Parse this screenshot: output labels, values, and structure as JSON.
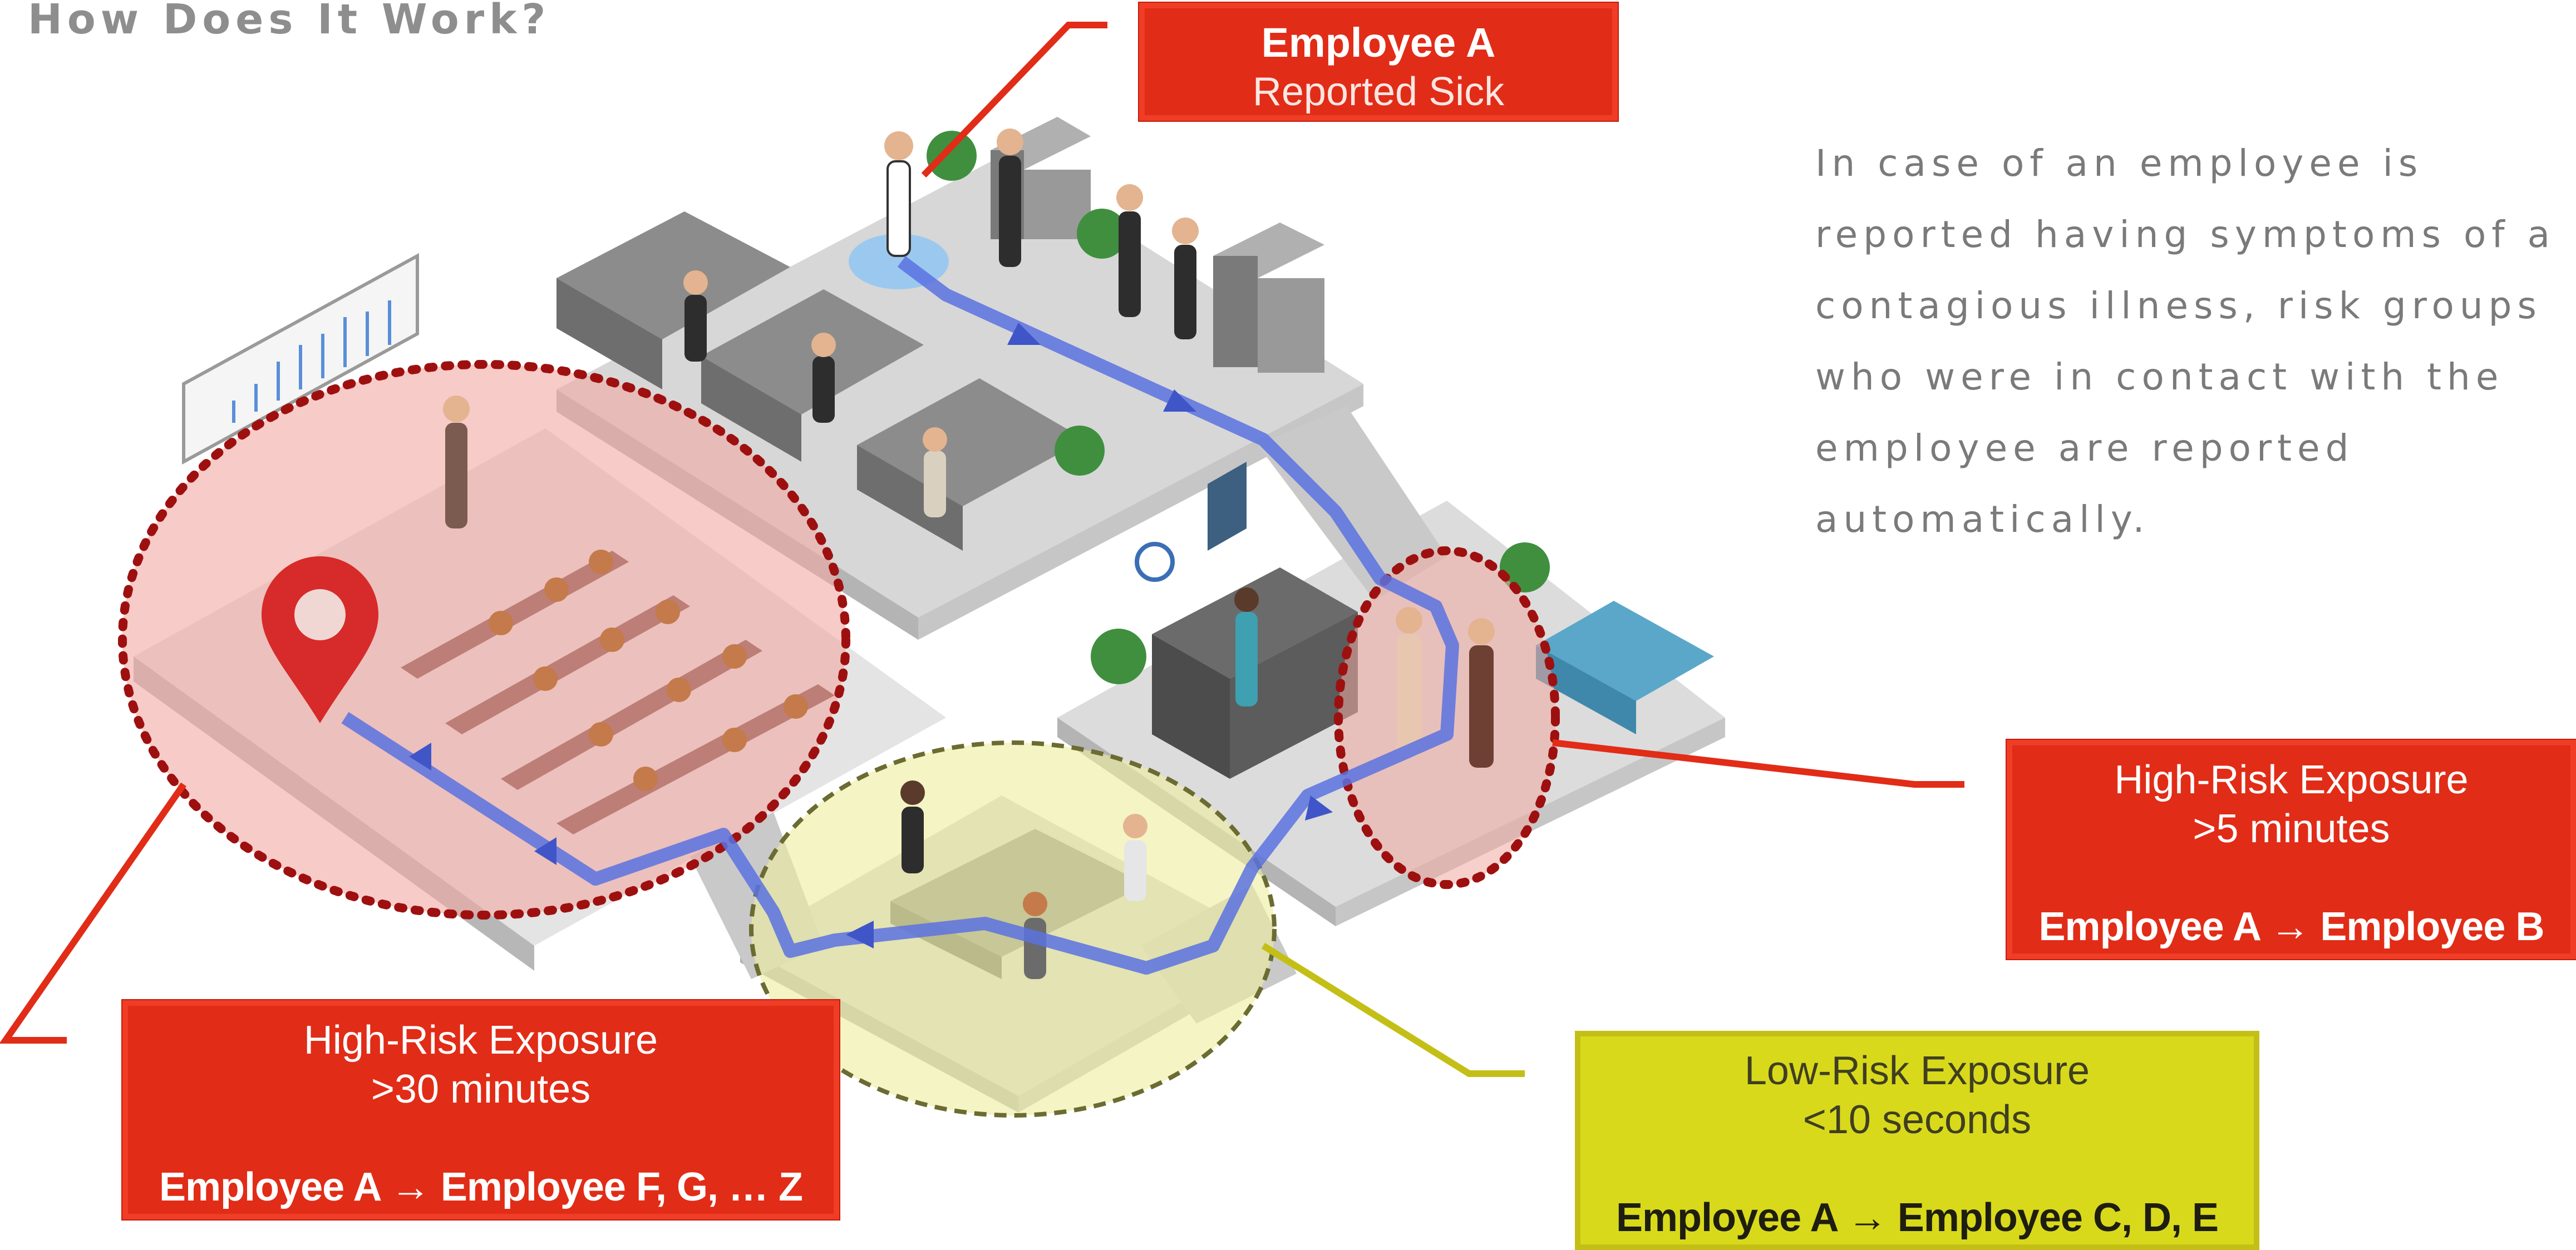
{
  "title": "How Does It Work?",
  "description": "In case of an employee is reported having symptoms of a contagious illness, risk groups who were in contact with the employee are reported automatically.",
  "boxes": {
    "employee_a": {
      "line1": "Employee A",
      "line2": "Reported Sick"
    },
    "high_risk_5min": {
      "line1": "High-Risk Exposure",
      "line2": ">5 minutes",
      "line3": "Employee A → Employee B"
    },
    "high_risk_30min": {
      "line1": "High-Risk Exposure",
      "line2": ">30 minutes",
      "line3": "Employee A → Employee F, G, … Z"
    },
    "low_risk_10sec": {
      "line1": "Low-Risk Exposure",
      "line2": "<10 seconds",
      "line3": "Employee A → Employee C, D, E"
    }
  },
  "colors": {
    "high_risk": "#e12c17",
    "low_risk": "#d9d91c",
    "path": "#5b72e0",
    "zone_high": "#f2a9a1",
    "zone_low": "#eeeea0",
    "floor": "#e6e6e6"
  }
}
